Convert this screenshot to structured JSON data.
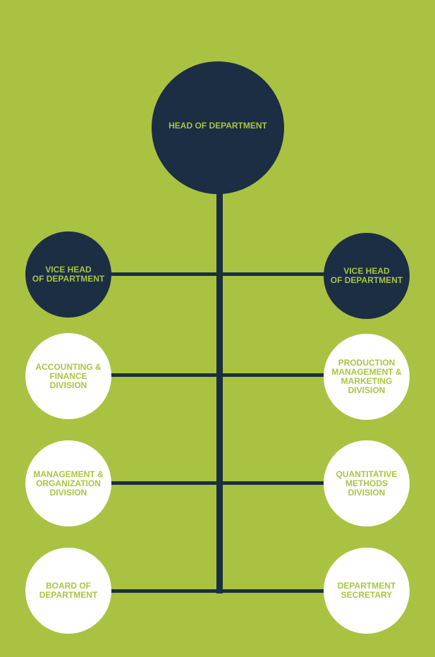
{
  "colors": {
    "background": "#aac242",
    "dark": "#1b2e43",
    "light": "#ffffff",
    "text": "#a8c545"
  },
  "head": "HEAD OF DEPARTMENT",
  "left": [
    "VICE HEAD\nOF DEPARTMENT",
    "ACCOUNTING &\nFINANCE\nDIVISION",
    "MANAGEMENT &\nORGANIZATION\nDIVISION",
    "BOARD OF\nDEPARTMENT"
  ],
  "right": [
    "VICE HEAD\nOF DEPARTMENT",
    "PRODUCTION\nMANAGEMENT &\nMARKETING\nDIVISION",
    "QUANTITATIVE\nMETHODS\nDIVISION",
    "DEPARTMENT\nSECRETARY"
  ]
}
